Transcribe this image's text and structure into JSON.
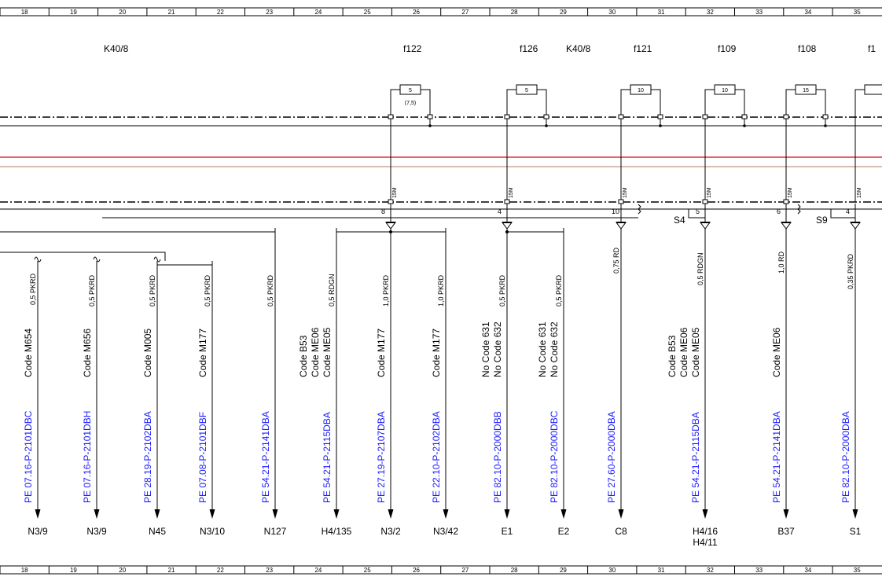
{
  "grid_numbers": [
    "18",
    "19",
    "20",
    "21",
    "22",
    "23",
    "24",
    "25",
    "26",
    "27",
    "28",
    "29",
    "30",
    "31",
    "32",
    "33",
    "34",
    "35"
  ],
  "top_labels": {
    "k40_left": "K40/8",
    "f122": "f122",
    "f126": "f126",
    "k40_right": "K40/8",
    "f121": "f121",
    "f109": "f109",
    "f108": "f108",
    "f_cut": "f1"
  },
  "fuses": [
    {
      "id": "f122",
      "rating": "5",
      "note": "(7,5)"
    },
    {
      "id": "f126",
      "rating": "5"
    },
    {
      "id": "f121",
      "rating": "10"
    },
    {
      "id": "f109",
      "rating": "10"
    },
    {
      "id": "f108",
      "rating": "15"
    }
  ],
  "connector_label": "15M",
  "pins": [
    "8",
    "4",
    "10",
    "5",
    "6",
    "4"
  ],
  "splices": [
    "S4",
    "S9"
  ],
  "branches": [
    {
      "wire": "0,5 PKRD",
      "code": [
        "Code M654"
      ],
      "ref": "PE 07.16-P-2101DBC",
      "dest": [
        "N3/9"
      ]
    },
    {
      "wire": "0,5 PKRD",
      "code": [
        "Code M656"
      ],
      "ref": "PE 07.16-P-2101DBH",
      "dest": [
        "N3/9"
      ]
    },
    {
      "wire": "0,5 PKRD",
      "code": [
        "Code M005"
      ],
      "ref": "PE 28.19-P-2102DBA",
      "dest": [
        "N45"
      ]
    },
    {
      "wire": "0,5 PKRD",
      "code": [
        "Code M177"
      ],
      "ref": "PE 07.08-P-2101DBF",
      "dest": [
        "N3/10"
      ]
    },
    {
      "wire": "0,5 PKRD",
      "code": [],
      "ref": "PE 54.21-P-2141DBA",
      "dest": [
        "N127"
      ]
    },
    {
      "wire": "0,5 RDGN",
      "code": [
        "Code B53",
        "Code ME06",
        "Code ME05"
      ],
      "ref": "PE 54.21-P-2115DBA",
      "dest": [
        "H4/135"
      ]
    },
    {
      "wire": "1,0 PKRD",
      "code": [
        "Code M177"
      ],
      "ref": "PE 27.19-P-2107DBA",
      "dest": [
        "N3/2"
      ]
    },
    {
      "wire": "1,0 PKRD",
      "code": [
        "Code M177"
      ],
      "ref": "PE 22.10-P-2102DBA",
      "dest": [
        "N3/42"
      ]
    },
    {
      "wire": "0,5 PKRD",
      "code": [
        "No  Code 631",
        "No  Code 632"
      ],
      "ref": "PE 82.10-P-2000DBB",
      "dest": [
        "E1"
      ]
    },
    {
      "wire": "0,5 PKRD",
      "code": [
        "No  Code 631",
        "No  Code 632"
      ],
      "ref": "PE 82.10-P-2000DBC",
      "dest": [
        "E2"
      ]
    },
    {
      "wire": "0,75 RD",
      "code": [],
      "ref": "PE 27.60-P-2000DBA",
      "dest": [
        "C8"
      ]
    },
    {
      "wire": "0,5 RDGN",
      "code": [
        "Code B53",
        "Code ME06",
        "Code ME05"
      ],
      "ref": "PE 54.21-P-2115DBA",
      "dest": [
        "H4/16",
        "H4/11"
      ]
    },
    {
      "wire": "1,0 RD",
      "code": [
        "Code ME06"
      ],
      "ref": "PE 54.21-P-2141DBA",
      "dest": [
        "B37"
      ]
    },
    {
      "wire": "0,35 PKRD",
      "code": [],
      "ref": "PE 82.10-P-2000DBA",
      "dest": [
        "S1"
      ]
    }
  ],
  "colors": {
    "line": "#000000",
    "power_red": "#e00000",
    "power_brown": "#b08060",
    "reference_blue": "#1a1aff",
    "destination_blue": "#1a1aff"
  }
}
